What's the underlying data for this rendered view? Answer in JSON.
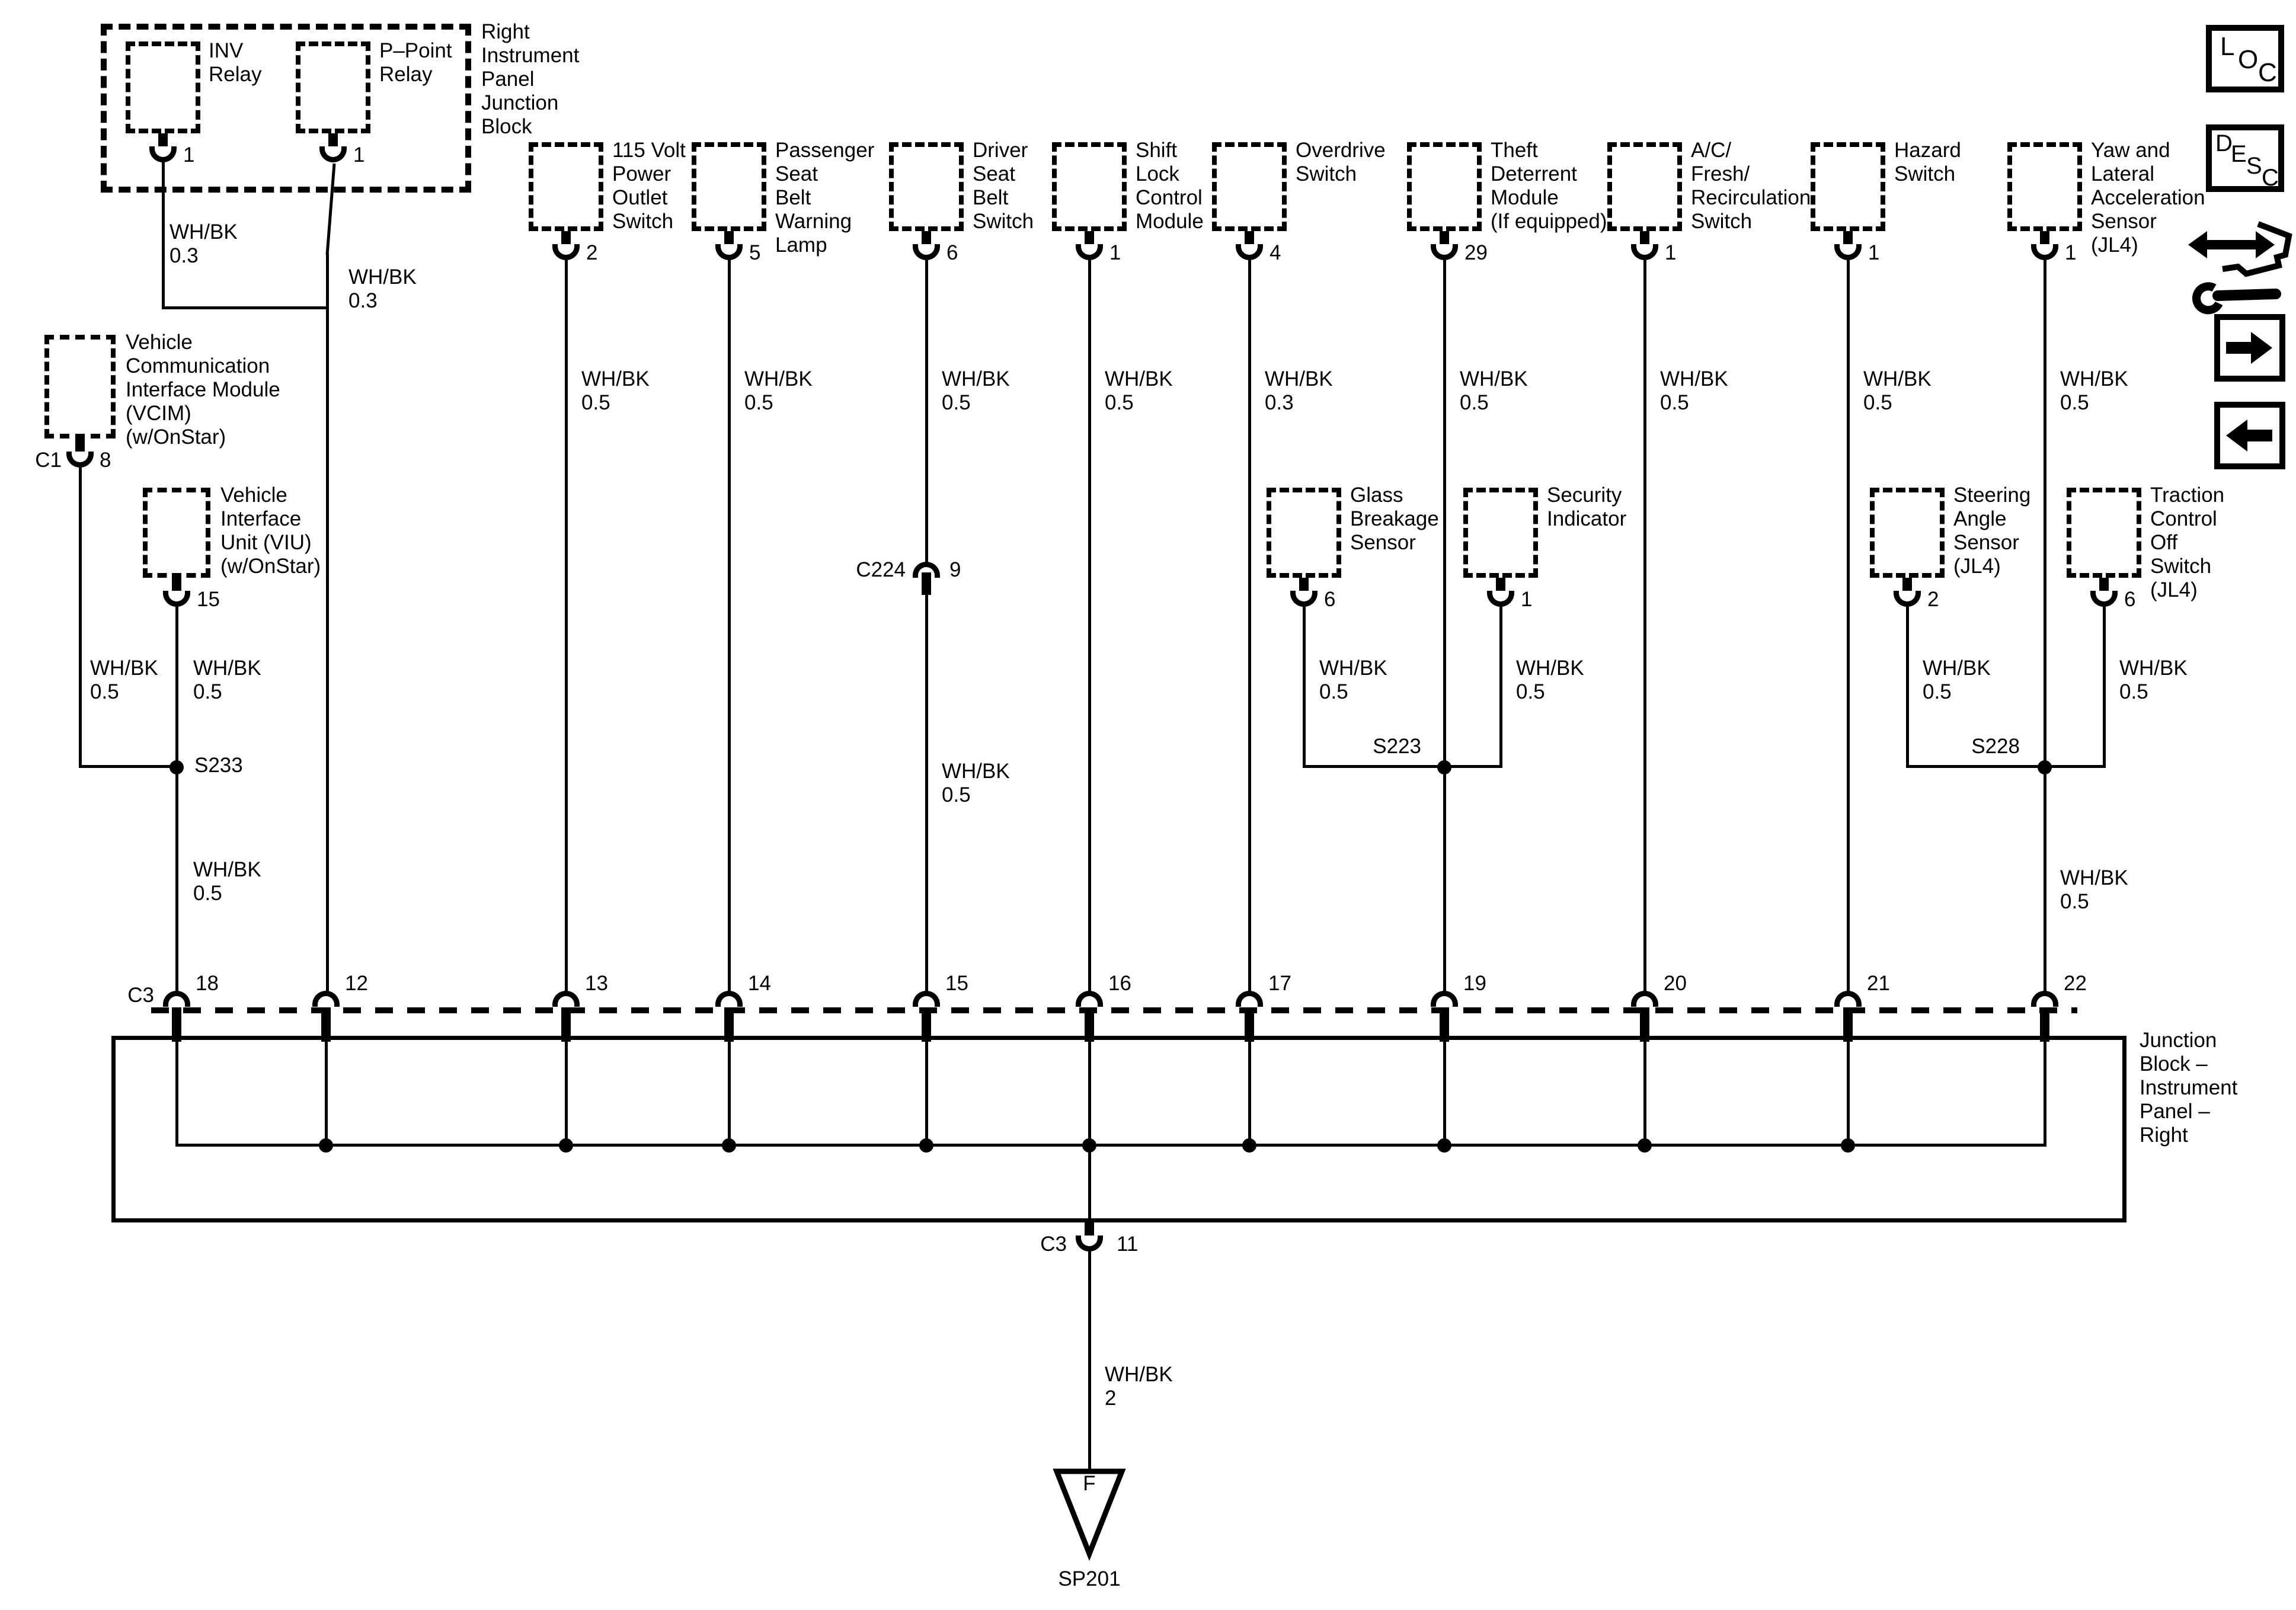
{
  "colors": {
    "ink": "#000000",
    "background": "#ffffff"
  },
  "relay_group": {
    "label": "Right\nInstrument\nPanel\nJunction\nBlock",
    "relays": [
      {
        "name": "INV\nRelay",
        "pin": "1",
        "wire_label": "WH/BK\n0.3"
      },
      {
        "name": "P–Point\nRelay",
        "pin": "1",
        "wire_label": "WH/BK\n0.3"
      }
    ]
  },
  "left_modules": [
    {
      "name": "Vehicle\nCommunication\nInterface Module\n(VCIM)\n(w/OnStar)",
      "connector": "C1",
      "pin": "8",
      "wire_label": "WH/BK\n0.5"
    },
    {
      "name": "Vehicle\nInterface\nUnit (VIU)\n(w/OnStar)",
      "pin": "15",
      "wire_label": "WH/BK\n0.5"
    }
  ],
  "top_components": [
    {
      "name": "115 Volt\nPower\nOutlet\nSwitch",
      "pin": "2",
      "wire_label": "WH/BK\n0.5"
    },
    {
      "name": "Passenger\nSeat\nBelt\nWarning\nLamp",
      "pin": "5",
      "wire_label": "WH/BK\n0.5"
    },
    {
      "name": "Driver\nSeat\nBelt\nSwitch",
      "pin": "6",
      "wire_label": "WH/BK\n0.5"
    },
    {
      "name": "Shift\nLock\nControl\nModule",
      "pin": "1",
      "wire_label": "WH/BK\n0.5"
    },
    {
      "name": "Overdrive\nSwitch",
      "pin": "4",
      "wire_label": "WH/BK\n0.3"
    },
    {
      "name": "Theft\nDeterrent\nModule\n(If equipped)",
      "pin": "29",
      "wire_label": "WH/BK\n0.5"
    },
    {
      "name": "A/C/\nFresh/\nRecirculation\nSwitch",
      "pin": "1",
      "wire_label": "WH/BK\n0.5"
    },
    {
      "name": "Hazard\nSwitch",
      "pin": "1",
      "wire_label": "WH/BK\n0.5"
    },
    {
      "name": "Yaw and\nLateral\nAcceleration\nSensor\n(JL4)",
      "pin": "1",
      "wire_label": "WH/BK\n0.5"
    }
  ],
  "mid_components": [
    {
      "name": "Glass\nBreakage\nSensor",
      "pin": "6",
      "wire_label": "WH/BK\n0.5"
    },
    {
      "name": "Security\nIndicator",
      "pin": "1",
      "wire_label": "WH/BK\n0.5"
    },
    {
      "name": "Steering\nAngle\nSensor\n(JL4)",
      "pin": "2",
      "wire_label": "WH/BK\n0.5"
    },
    {
      "name": "Traction\nControl\nOff\nSwitch\n(JL4)",
      "pin": "6",
      "wire_label": "WH/BK\n0.5"
    }
  ],
  "inline_connector": {
    "id": "C224",
    "pin": "9",
    "wire_label_below": "WH/BK\n0.5"
  },
  "splices": [
    {
      "id": "S233",
      "wire_label_below": "WH/BK\n0.5"
    },
    {
      "id": "S223"
    },
    {
      "id": "S228",
      "wire_label_below": "WH/BK\n0.5"
    }
  ],
  "c3_connector": {
    "label": "C3",
    "pins": [
      "18",
      "12",
      "13",
      "14",
      "15",
      "16",
      "17",
      "19",
      "20",
      "21",
      "22"
    ]
  },
  "junction_block": {
    "label": "Junction\nBlock –\nInstrument\nPanel –\nRight",
    "output": {
      "connector": "C3",
      "pin": "11",
      "wire_label": "WH/BK\n2",
      "ground_letter": "F",
      "splice_id": "SP201"
    }
  },
  "nav": {
    "loc_letters": [
      "L",
      "O",
      "C"
    ],
    "desc_letters": [
      "D",
      "E",
      "S",
      "C"
    ],
    "icons": [
      "loc-button",
      "desc-button",
      "adjust-wrench-icon",
      "arrow-right-icon",
      "arrow-left-icon"
    ]
  }
}
